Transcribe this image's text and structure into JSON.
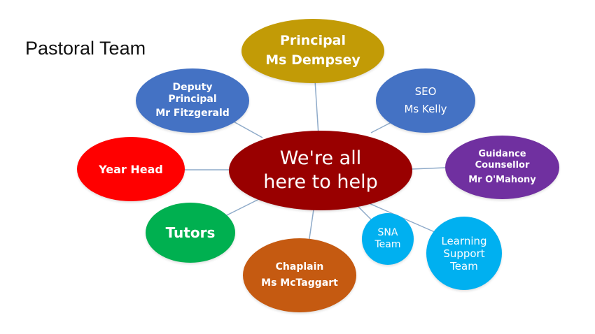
{
  "title": "Pastoral Team",
  "colors": {
    "connector": "#8eaac9",
    "center": "#990000",
    "principal": "#c29b06",
    "deputy": "#4472c4",
    "seo": "#4472c4",
    "guidance": "#7030a0",
    "year_head": "#ff0000",
    "tutors": "#00b050",
    "chaplain": "#c55a11",
    "sna": "#00b0f0",
    "learning_support": "#00b0f0"
  },
  "diagram": {
    "center": {
      "line1": "We're all",
      "line2": "here to help"
    },
    "principal": {
      "role": "Principal",
      "name": "Ms Dempsey"
    },
    "deputy": {
      "role1": "Deputy",
      "role2": "Principal",
      "name": "Mr Fitzgerald"
    },
    "seo": {
      "role": "SEO",
      "name": "Ms Kelly"
    },
    "guidance": {
      "role1": "Guidance",
      "role2": "Counsellor",
      "name": "Mr O'Mahony"
    },
    "year_head": {
      "role": "Year Head"
    },
    "tutors": {
      "role": "Tutors"
    },
    "chaplain": {
      "role": "Chaplain",
      "name": "Ms McTaggart"
    },
    "sna": {
      "line1": "SNA",
      "line2": "Team"
    },
    "learning_support": {
      "line1": "Learning",
      "line2": "Support",
      "line3": "Team"
    }
  }
}
